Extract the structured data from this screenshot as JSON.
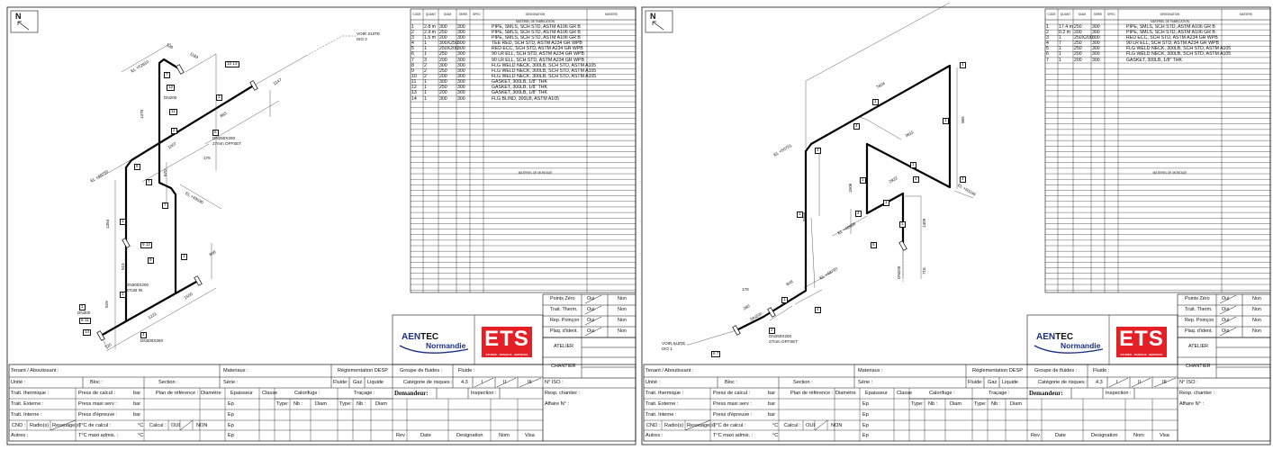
{
  "title_block": {
    "tenant": "Tenant / Aboutissant :",
    "materiaux": "Materiaux :",
    "desp": "Réglementation DESP",
    "groupe": "Groupe de fluides :",
    "fluide": "Fluide :",
    "unite": "Unité :",
    "bloc": "Bloc :",
    "section": "Section :",
    "serie": "Série :",
    "fluide_short": "Fluide:",
    "gaz": "Gaz",
    "liquide": "Liquide",
    "categorie": "Catégorie de risques :",
    "cat_value": "4.3",
    "cat_classes": [
      "I",
      "II",
      "III"
    ],
    "n_iso": "N° ISO :",
    "trait_thermique": "Trait. thermique :",
    "trait_externe": "Trait. Externe :",
    "trait_interne": "Trait. Interne :",
    "cnd": "CND :",
    "radio": "Radio(s)",
    "ressuage": "Ressuage(s)",
    "autres": "Autres :",
    "press_calcul": "Press de calcul :",
    "press_maxi": "Press maxi serv :",
    "press_epreuve": "Press d'épreuve :",
    "t_calcul": "T°C de calcul :",
    "t_maxi": "T°C maxi admis. :",
    "bar": "bar",
    "degc": "°C",
    "plan": "Plan de référence :",
    "diametre": "Diamètre",
    "epaisseur": "Epaisseur",
    "classe": "Classe",
    "calorifuge": "Calorifuge :",
    "tracage": "Traçage :",
    "type": "Type:",
    "nb": "Nb :",
    "diam": "Diam",
    "ep": "Ep",
    "calcul": "Calcul :",
    "oui": "OUI",
    "non": "NON",
    "demandeur": "Demandeur:",
    "inspection": "Inspection :",
    "resp": "Resp. chantier :",
    "affaire": "Affaire N° :",
    "rev_cols": [
      "Rev",
      "Date",
      "Designation",
      "Nom",
      "Visa"
    ],
    "checks": [
      {
        "label": "Points Zéro",
        "oui": "Oui",
        "non": "Non"
      },
      {
        "label": "Trait. Therm.",
        "oui": "Oui",
        "non": "Non"
      },
      {
        "label": "Rep. Poinçon",
        "oui": "Oui",
        "non": "Non"
      },
      {
        "label": "Plaq. d'ident.",
        "oui": "Oui",
        "non": "Non"
      }
    ],
    "atelier": "ATELIER",
    "chantier": "CHANTIER",
    "logo_aentec_1": "AEN",
    "logo_aentec_2": "TEC",
    "logo_normandie": "Normandie",
    "logo_ets": "ETS",
    "logo_ets_sub": "ETUDES - TRAVAUX - SERVICES",
    "colors": {
      "aentec_blue": "#1c2f86",
      "ets_red": "#e41f26"
    }
  },
  "bom_headers": [
    "CODE",
    "QUANT",
    "DIAM",
    "SERIE",
    "SPEC",
    "DESIGNATION",
    "MATIERE"
  ],
  "bom_fab_title": "MATERIEL DE FABRICATION",
  "bom_mont_title": "MATERIEL DE MONTAGE",
  "sheets": [
    {
      "north": "N",
      "north_icon": "north-arrow-icon",
      "bom_rows": [
        [
          "1",
          "2.8 m",
          "300",
          "300",
          "PIPE, SMLS, SCH STD, ASTM A106 GR B"
        ],
        [
          "2",
          "2.9 m",
          "250",
          "300",
          "PIPE, SMLS, SCH STD, ASTM A106 GR B"
        ],
        [
          "3",
          "1.5 m",
          "200",
          "300",
          "PIPE, SMLS, SCH STD, ASTM A106 GR B"
        ],
        [
          "4",
          "1",
          "300X250",
          "300",
          "TEE RED, SCH STD, ASTM A234 GR WPB"
        ],
        [
          "5",
          "1",
          "250X200",
          "300",
          "RED ECC, SCH STD, ASTM A234 GR WPB"
        ],
        [
          "6",
          "1",
          "250",
          "300",
          "90 LR ELL, SCH STD, ASTM A234 GR WPB"
        ],
        [
          "7",
          "3",
          "200",
          "300",
          "90 LR ELL, SCH STD, ASTM A234 GR WPB"
        ],
        [
          "8",
          "2",
          "300",
          "300",
          "FLG WELD NECK, 300LB, SCH STD, ASTM A105"
        ],
        [
          "9",
          "2",
          "250",
          "300",
          "FLG WELD NECK, 300LB, SCH STD, ASTM A105"
        ],
        [
          "10",
          "2",
          "200",
          "300",
          "FLG WELD NECK, 300LB, SCH STD, ASTM A105"
        ],
        [
          "11",
          "1",
          "300",
          "300",
          "GASKET, 300LB, 1/8\" THK"
        ],
        [
          "12",
          "1",
          "250",
          "300",
          "GASKET, 300LB, 1/8\" THK"
        ],
        [
          "13",
          "1",
          "200",
          "300",
          "GASKET, 300LB, 1/8\" THK"
        ],
        [
          "14",
          "1",
          "300",
          "300",
          "FLG BLIND, 300LB, ASTM A105"
        ]
      ],
      "labels": [
        "VOIR SUITE",
        "ISO 2",
        "526",
        "1183",
        "10 13",
        "DN200",
        "12",
        "7",
        "3",
        "1147",
        "883",
        "5",
        "DN250X200",
        "27mm OFFSET",
        "178",
        "1007",
        "2",
        "6",
        "EL +48750",
        "EL +52610",
        "1370",
        "1354",
        "7",
        "7",
        "EL +49030",
        "670",
        "9 12",
        "9",
        "1",
        "806",
        "DN300X200",
        "STUB IN",
        "1",
        "DN300",
        "8 11",
        "14",
        "4",
        "DN300X250",
        "1221",
        "1500",
        "720",
        "929",
        "515",
        "11",
        "1",
        "1"
      ]
    },
    {
      "north": "N",
      "north_icon": "north-arrow-icon",
      "bom_rows": [
        [
          "1",
          "17.4 m",
          "250",
          "300",
          "PIPE, SMLS, SCH STD, ASTM A106 GR B"
        ],
        [
          "2",
          "0.2 m",
          "200",
          "300",
          "PIPE, SMLS, SCH STD, ASTM A106 GR B"
        ],
        [
          "3",
          "1",
          "250X200",
          "300",
          "RED ECC, SCH STD, ASTM A234 GR WPB"
        ],
        [
          "4",
          "7",
          "250",
          "300",
          "90 LR ELL, SCH STD, ASTM A234 GR WPB"
        ],
        [
          "5",
          "1",
          "250",
          "300",
          "FLG WELD NECK, 300LB, SCH STD, ASTM A105"
        ],
        [
          "6",
          "1",
          "200",
          "300",
          "FLG WELD NECK, 300LB, SCH STD, ASTM A105"
        ],
        [
          "7",
          "1",
          "200",
          "300",
          "GASKET, 300LB, 1/8\" THK"
        ]
      ],
      "labels": [
        "VOIR SUITE",
        "ISO 1",
        "6 7",
        "2",
        "DN250X200",
        "27mm OFFSET",
        "178",
        "280",
        "608",
        "DN200",
        "1",
        "4",
        "EL +48793",
        "5956",
        "1",
        "4",
        "EL +50751",
        "7604",
        "1",
        "4",
        "1",
        "965",
        "4",
        "3611",
        "1",
        "4",
        "EL +50156",
        "1506",
        "1",
        "2922",
        "1",
        "4",
        "4",
        "EL +48998",
        "1",
        "1409",
        "5",
        "DN200",
        "718"
      ]
    }
  ]
}
